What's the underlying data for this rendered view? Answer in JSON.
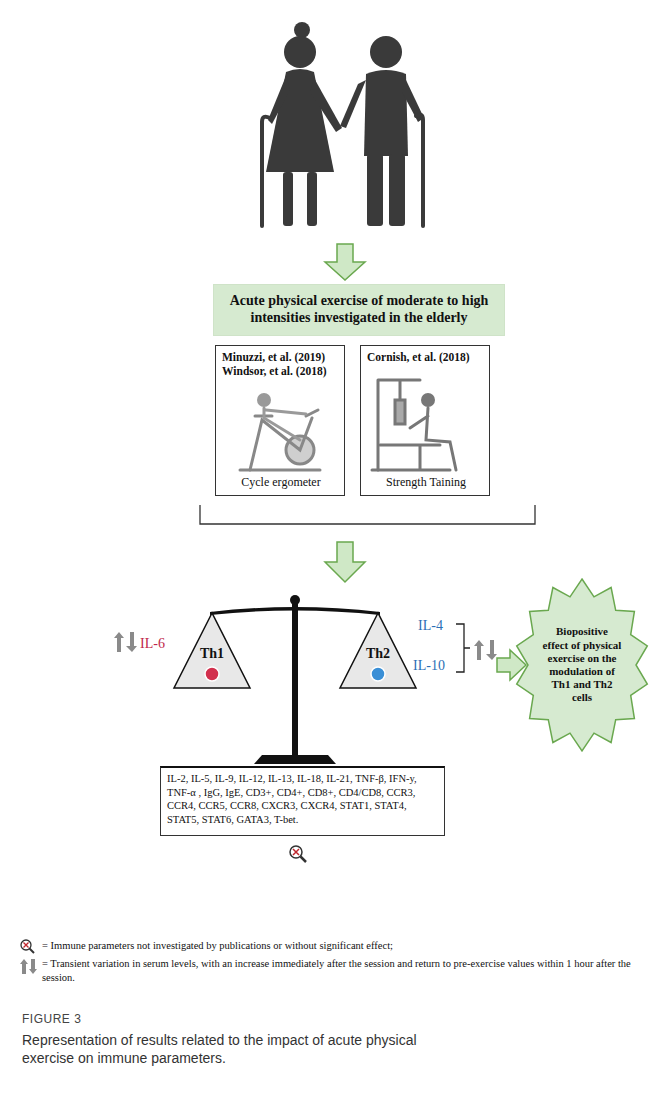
{
  "diagram": {
    "caption": "Representation of results related to the impact of acute physical exercise on immune parameters.",
    "nodes": [
      {
        "text": [
          "Acute physical exercise of moderate to high intensities investigated in the elderly"
        ]
      },
      {
        "text": [
          "Minuzzi, et al. (2019)",
          "Windsor, et al. (2018)",
          "Cycle ergometer"
        ]
      },
      {
        "text": [
          "Cornish, et al. (2018)",
          "Strength Taining"
        ]
      },
      {
        "text": [
          "Th1"
        ]
      },
      {
        "text": [
          "Th2"
        ]
      },
      {
        "text": [
          "IL-2, IL-5, IL-9, IL-12, IL-13, IL-18, IL-21, TNF-β, IFN-y, TNF-α , IgG, IgE, CD3+, CD4+, CD8+, CD4/CD8, CCR3, CCR4, CCR5, CCR8, CXCR3, CXCR4, STAT1, STAT4, STAT5, STAT6, GATA3, T-bet."
        ]
      },
      {
        "text": [
          "Biopositive effect of physical exercise on the modulation of Th1 and Th2 cells"
        ]
      }
    ],
    "labels": [
      "IL-6",
      "IL-4",
      "IL-10",
      "FIGURE 3"
    ],
    "legend": [
      {
        "text": "= Immune parameters not investigated by publications or without significant effect;"
      },
      {
        "text": "= Transient variation in serum levels, with an increase immediately after the session and return to pre-exercise values within 1 hour after the session."
      }
    ]
  }
}
